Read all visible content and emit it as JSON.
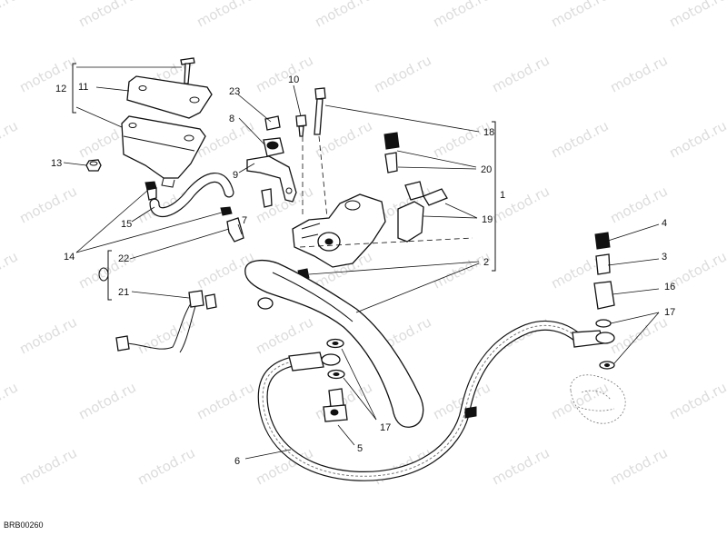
{
  "watermark": "motod.ru",
  "diagram_code": "BRB00260",
  "callouts": {
    "c1": "1",
    "c2": "2",
    "c3": "3",
    "c4": "4",
    "c5": "5",
    "c6": "6",
    "c7": "7",
    "c8": "8",
    "c9": "9",
    "c10": "10",
    "c11": "11",
    "c12": "12",
    "c13": "13",
    "c14": "14",
    "c15": "15",
    "c16": "16",
    "c17a": "17",
    "c17b": "17",
    "c18": "18",
    "c19": "19",
    "c20": "20",
    "c21": "21",
    "c22": "22",
    "c23": "23"
  }
}
